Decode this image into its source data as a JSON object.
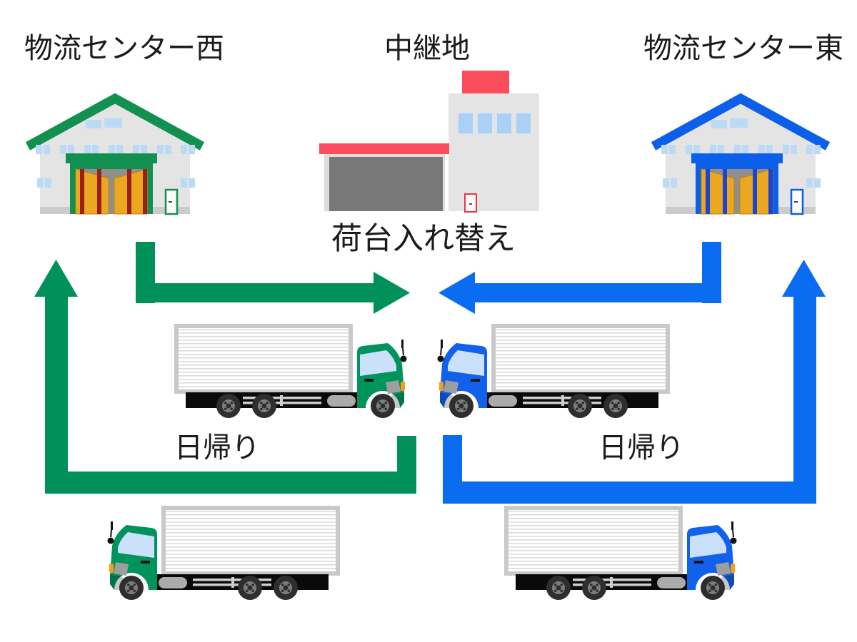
{
  "labels": {
    "west_center": "物流センター西",
    "relay_point": "中継地",
    "east_center": "物流センター東",
    "swap_caption": "荷台入れ替え",
    "day_trip_west": "日帰り",
    "day_trip_east": "日帰り"
  },
  "colors": {
    "green_route": "#00915a",
    "blue_route": "#0a6cf0",
    "west_accent": "#12904f",
    "east_accent": "#0c5fe8",
    "west_pillar": "#9b1f1f",
    "east_pillar": "#1f44cf",
    "green_cab": "#00945c",
    "blue_cab": "#1261ea",
    "relay_red": "#fb4d5d",
    "building_gray": "#e4e4e4",
    "relay_wall_gray": "#dcdcdc",
    "garage_gray": "#787878",
    "window_blue": "#bcd9f6",
    "relay_window_blue": "#a9d0f5",
    "text": "#1b1b1b"
  },
  "icons": {
    "west_warehouse": "warehouse-icon",
    "relay_building": "relay-building-icon",
    "east_warehouse": "warehouse-icon",
    "trucks": "box-truck-icon",
    "arrows": "route-arrow-icon"
  }
}
